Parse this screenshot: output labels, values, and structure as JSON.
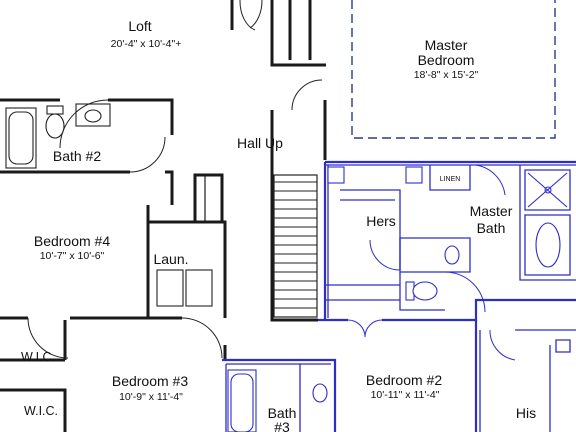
{
  "rooms": {
    "loft": {
      "name": "Loft",
      "dims": "20'-4\" x 10'-4\"+"
    },
    "master_bedroom": {
      "name_line1": "Master",
      "name_line2": "Bedroom",
      "dims": "18'-8\" x 15'-2\""
    },
    "hall_up": {
      "name": "Hall Up"
    },
    "bath2": {
      "name": "Bath #2"
    },
    "linen": {
      "name": "LINEN"
    },
    "hers": {
      "name": "Hers"
    },
    "master_bath": {
      "name_line1": "Master",
      "name_line2": "Bath"
    },
    "bedroom4": {
      "name": "Bedroom #4",
      "dims": "10'-7\" x 10'-6\""
    },
    "laundry": {
      "name": "Laun."
    },
    "wic1": {
      "name": "W.I.C."
    },
    "wic2": {
      "name": "W.I.C."
    },
    "bedroom3": {
      "name": "Bedroom #3",
      "dims": "10'-9\" x 11'-4\""
    },
    "bath3": {
      "name_line1": "Bath",
      "name_line2": "#3"
    },
    "bedroom2": {
      "name": "Bedroom #2",
      "dims": "10'-11\" x 11'-4\""
    },
    "his": {
      "name": "His"
    }
  },
  "colors": {
    "walls": "#1a1a1a",
    "highlight": "#2d2dc8",
    "dashed_outline": "#2a3a8c",
    "background": "#ffffff"
  }
}
